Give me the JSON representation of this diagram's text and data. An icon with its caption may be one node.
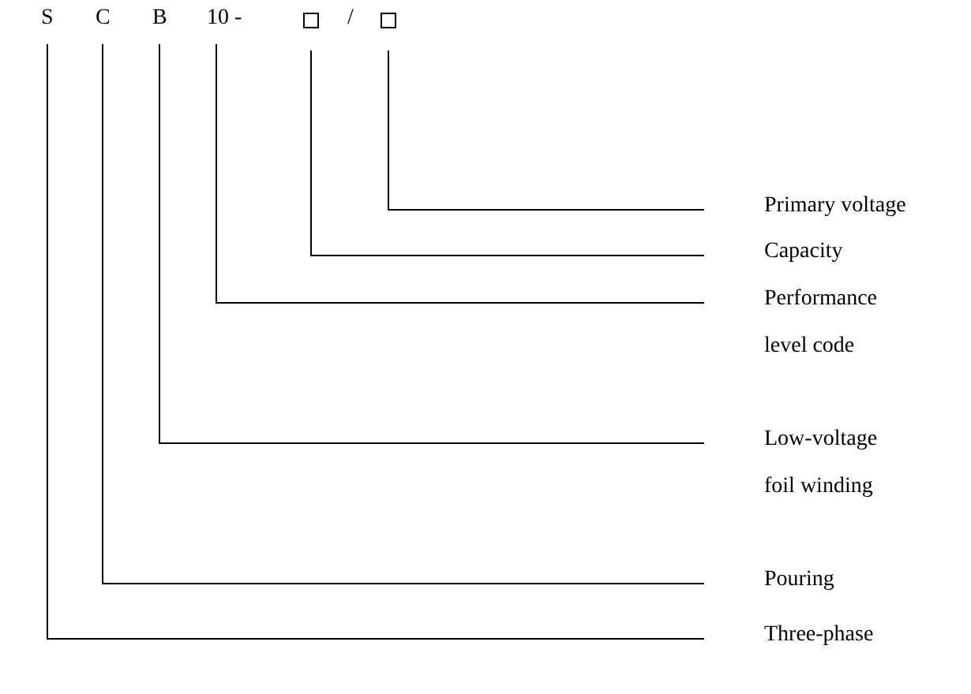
{
  "diagram": {
    "nodes": [
      {
        "text": [
          "S"
        ]
      },
      {
        "text": [
          "C"
        ]
      },
      {
        "text": [
          "B"
        ]
      },
      {
        "text": [
          "10 -"
        ]
      },
      {
        "text": [],
        "shape": "box"
      },
      {
        "text": [],
        "shape": "box"
      },
      {
        "text": [
          "Primary voltage"
        ]
      },
      {
        "text": [
          "Capacity"
        ]
      },
      {
        "text": [
          "Performance level code"
        ]
      },
      {
        "text": [
          "Low-voltage foil winding"
        ]
      },
      {
        "text": [
          "Pouring"
        ]
      },
      {
        "text": [
          "Three-phase"
        ]
      }
    ],
    "edges": [
      {
        "from": 5,
        "to": 6,
        "arrow": "none"
      },
      {
        "from": 4,
        "to": 7,
        "arrow": "none"
      },
      {
        "from": 3,
        "to": 8,
        "arrow": "none"
      },
      {
        "from": 2,
        "to": 9,
        "arrow": "none"
      },
      {
        "from": 1,
        "to": 10,
        "arrow": "none"
      },
      {
        "from": 0,
        "to": 11,
        "arrow": "none"
      }
    ],
    "labels": [
      "/"
    ]
  }
}
